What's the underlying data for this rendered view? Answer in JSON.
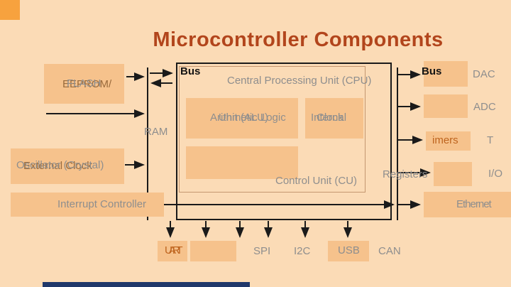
{
  "title": "Microcontroller Components",
  "bus_left_label": "Bus",
  "bus_right_label": "Bus",
  "cpu": {
    "label": "Central Processing Unit (CPU)",
    "alu": {
      "label_a": "Arithmetic Logic",
      "label_b": "Unit (ALU)"
    },
    "clock": {
      "label_a": "Internal",
      "label_b": "Clock"
    },
    "control_unit": "Control Unit (CU)"
  },
  "left": {
    "memory": {
      "label_a": "EEPROM/",
      "label_b": "FLASH"
    },
    "ram": "RAM",
    "oscillator": {
      "label_a": "External Clock",
      "label_b": "Oscillator (Crystal)"
    },
    "interrupt": "Interrupt Controller"
  },
  "right": {
    "dac": "DAC",
    "adc": "ADC",
    "timers_box": "imers",
    "timers_label": "T",
    "registers": "Registers",
    "io": "I/O",
    "ethernet": "Ethernet"
  },
  "bottom": {
    "uart": "UART",
    "spi": "SPI",
    "i2c": "I2C",
    "usb": "USB",
    "can": "CAN"
  },
  "colors": {
    "background": "#FBDBB6",
    "box_fill": "#F6C28C",
    "title_text": "#B2451C",
    "gray_text": "#8E8E8E",
    "brown_text": "#9A6B3C",
    "orange_text": "#BE641E",
    "line": "#1A1A1A",
    "accent_square": "#F7A23E",
    "bottom_bar": "#20386B"
  }
}
